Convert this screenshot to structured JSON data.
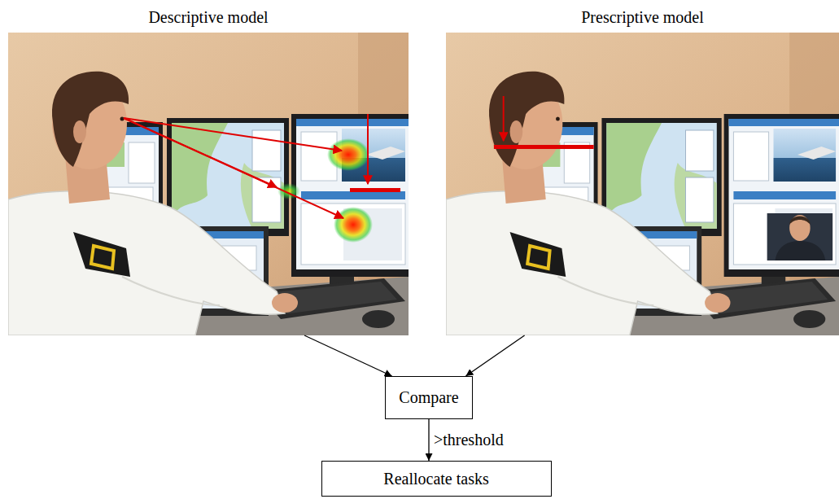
{
  "diagram": {
    "nodes": [
      {
        "text": [
          "Descriptive model"
        ]
      },
      {
        "text": [
          "Prescriptive model"
        ]
      },
      {
        "text": [
          "Compare"
        ]
      },
      {
        "text": [
          "Reallocate tasks"
        ]
      }
    ],
    "edges": [
      {
        "from": 0,
        "to": 2,
        "arrow": "to"
      },
      {
        "from": 1,
        "to": 2,
        "arrow": "to"
      },
      {
        "from": 2,
        "to": 3,
        "label": ">threshold",
        "arrow": "to"
      }
    ]
  }
}
